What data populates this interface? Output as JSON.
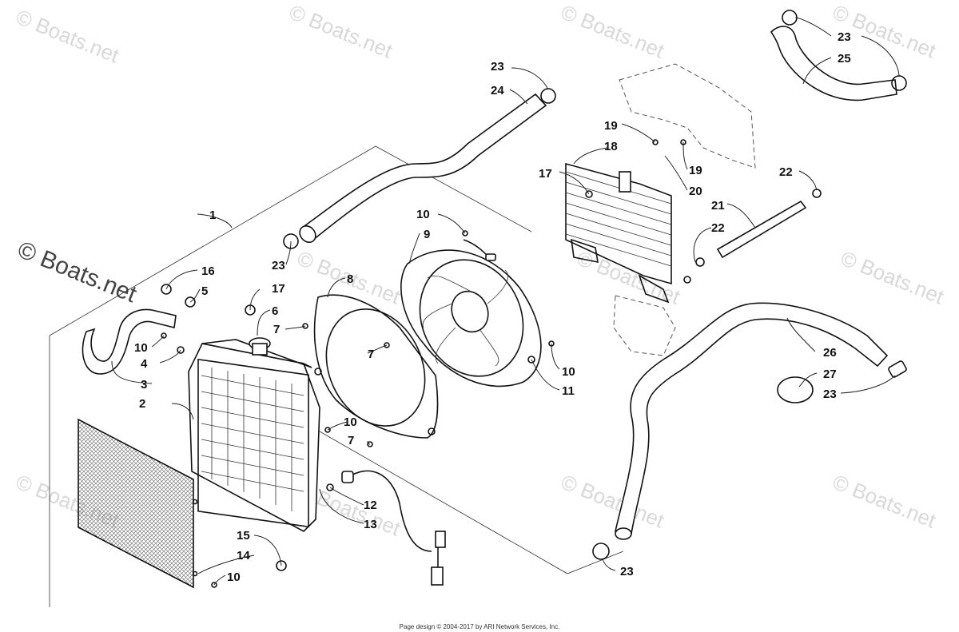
{
  "watermark": {
    "text": "© Boats.net",
    "large_text": "© Boats.net"
  },
  "footer": {
    "credit": "Page design © 2004-2017 by ARI Network Services, Inc."
  },
  "callouts": [
    {
      "id": "c1",
      "label": "1"
    },
    {
      "id": "c2",
      "label": "2"
    },
    {
      "id": "c3",
      "label": "3"
    },
    {
      "id": "c4",
      "label": "4"
    },
    {
      "id": "c5",
      "label": "5"
    },
    {
      "id": "c6",
      "label": "6"
    },
    {
      "id": "c7a",
      "label": "7"
    },
    {
      "id": "c7b",
      "label": "7"
    },
    {
      "id": "c7c",
      "label": "7"
    },
    {
      "id": "c8",
      "label": "8"
    },
    {
      "id": "c9",
      "label": "9"
    },
    {
      "id": "c10a",
      "label": "10"
    },
    {
      "id": "c10b",
      "label": "10"
    },
    {
      "id": "c10c",
      "label": "10"
    },
    {
      "id": "c10d",
      "label": "10"
    },
    {
      "id": "c10e",
      "label": "10"
    },
    {
      "id": "c11",
      "label": "11"
    },
    {
      "id": "c12",
      "label": "12"
    },
    {
      "id": "c13",
      "label": "13"
    },
    {
      "id": "c14",
      "label": "14"
    },
    {
      "id": "c15",
      "label": "15"
    },
    {
      "id": "c16",
      "label": "16"
    },
    {
      "id": "c17a",
      "label": "17"
    },
    {
      "id": "c17b",
      "label": "17"
    },
    {
      "id": "c18",
      "label": "18"
    },
    {
      "id": "c19a",
      "label": "19"
    },
    {
      "id": "c19b",
      "label": "19"
    },
    {
      "id": "c20",
      "label": "20"
    },
    {
      "id": "c21",
      "label": "21"
    },
    {
      "id": "c22a",
      "label": "22"
    },
    {
      "id": "c22b",
      "label": "22"
    },
    {
      "id": "c23a",
      "label": "23"
    },
    {
      "id": "c23b",
      "label": "23"
    },
    {
      "id": "c23c",
      "label": "23"
    },
    {
      "id": "c23d",
      "label": "23"
    },
    {
      "id": "c23e",
      "label": "23"
    },
    {
      "id": "c24",
      "label": "24"
    },
    {
      "id": "c25",
      "label": "25"
    },
    {
      "id": "c26",
      "label": "26"
    },
    {
      "id": "c27",
      "label": "27"
    }
  ]
}
